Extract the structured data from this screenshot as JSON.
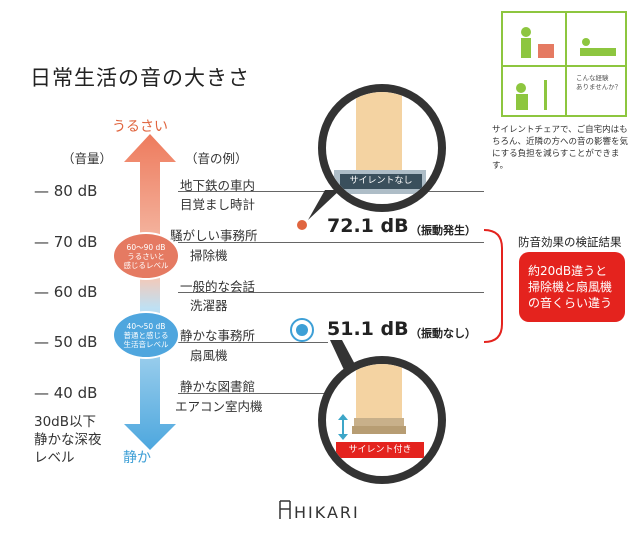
{
  "title": "日常生活の音の大きさ",
  "scale": {
    "loud_label": "うるさい",
    "quiet_label": "静か",
    "volume_header": "（音量）",
    "examples_header": "（音の例）",
    "levels": [
      {
        "db": "— 80 dB",
        "examples": [
          "地下鉄の車内",
          "目覚まし時計"
        ]
      },
      {
        "db": "— 70 dB",
        "examples": [
          "騒がしい事務所",
          "掃除機"
        ]
      },
      {
        "db": "— 60 dB",
        "examples": [
          "一般的な会話",
          "洗濯器"
        ]
      },
      {
        "db": "— 50 dB",
        "examples": [
          "静かな事務所",
          "扇風機"
        ]
      },
      {
        "db": "— 40 dB",
        "examples": [
          "静かな図書館",
          "エアコン室内機"
        ]
      }
    ],
    "bottom_note": [
      "30dB以下",
      "静かな深夜",
      "レベル"
    ],
    "bubble_loud": [
      "60〜90 dB",
      "うるさいと",
      "感じるレベル"
    ],
    "bubble_quiet": [
      "40〜50 dB",
      "普通と感じる",
      "生活音レベル"
    ]
  },
  "measurements": {
    "with_vibration": {
      "value": "72.1 dB",
      "note": "（振動発生）",
      "chair_label": "サイレントなし"
    },
    "without_vibration": {
      "value": "51.1 dB",
      "note": "（振動なし）",
      "chair_label": "サイレント付き"
    }
  },
  "verification": {
    "heading": "防音効果の検証結果",
    "lines": [
      "約20dB違うと",
      "掃除機と扇風機",
      "の音くらい違う"
    ]
  },
  "illustration": {
    "caption": [
      "こんな経験",
      "ありませんか？"
    ],
    "description": "サイレントチェアで、ご自宅内はもちろん、近隣の方への音の影響を気にする負担を減らすことができます。"
  },
  "brand": {
    "name": "HIKARI"
  },
  "colors": {
    "loud": "#e0653f",
    "quiet": "#3d9fd6",
    "accent": "#e4231e",
    "illus": "#8dc63f"
  }
}
